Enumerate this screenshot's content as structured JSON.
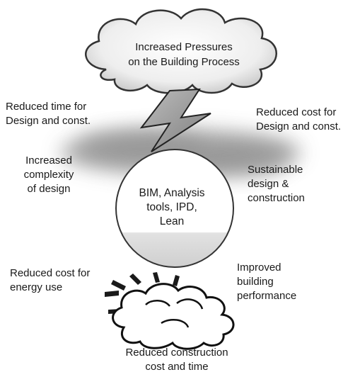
{
  "top_cloud_text": "Increased Pressures\non the Building Process",
  "pressures": {
    "time": "Reduced time for\nDesign and const.",
    "cost": "Reduced cost for\nDesign and const.",
    "complexity": "Increased\ncomplexity\nof design",
    "sustainable": "Sustainable\ndesign &\nconstruction"
  },
  "center_text": "BIM, Analysis\ntools, IPD,\nLean",
  "outcomes": {
    "energy": "Reduced cost for\nenergy use",
    "performance": "Improved\nbuilding\nperformance",
    "construction": "Reduced construction\ncost and time"
  }
}
